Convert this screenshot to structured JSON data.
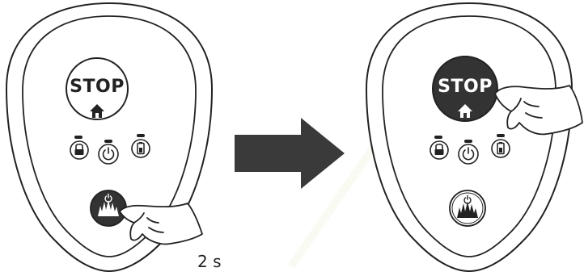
{
  "panels": [
    {
      "id": "before",
      "stop_label": "STOP",
      "stop_button_state": "released",
      "power_button_state": "pressed"
    },
    {
      "id": "after",
      "stop_label": "STOP",
      "stop_button_state": "pressed",
      "power_button_state": "released"
    }
  ],
  "duration_label": "2 s",
  "icons": {
    "home": "home-icon",
    "lock": "lock-icon",
    "power": "power-icon",
    "battery": "battery-icon",
    "grass": "grass-icon"
  },
  "colors": {
    "outline": "#222222",
    "dark_fill": "#333333",
    "arrow": "#3a3a3a",
    "light_fill": "#ffffff"
  }
}
